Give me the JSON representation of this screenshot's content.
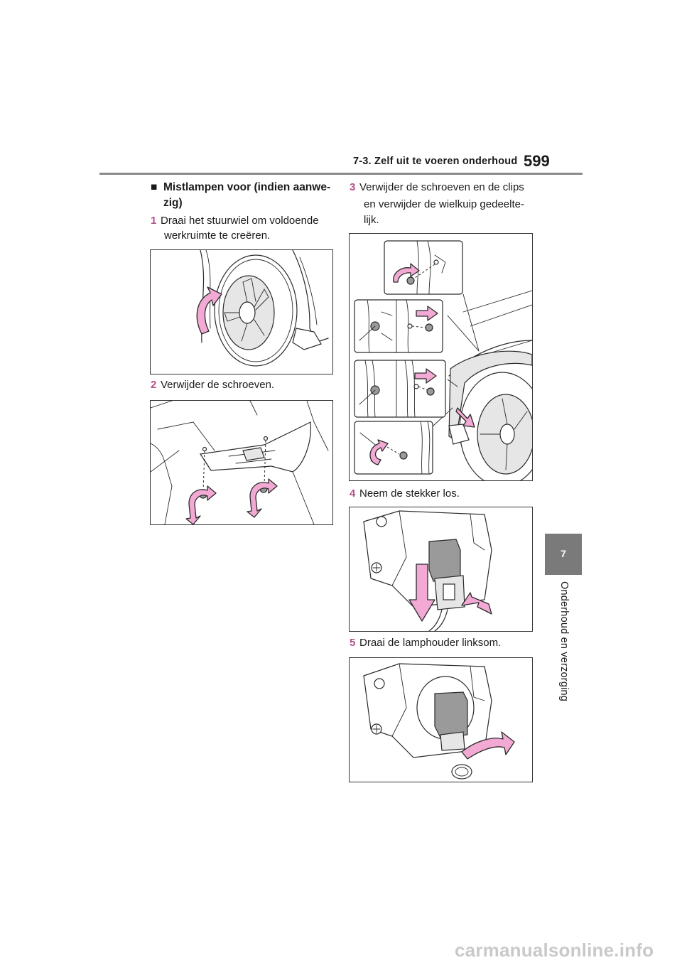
{
  "header": {
    "section_title": "7-3. Zelf uit te voeren onderhoud",
    "page_number": "599"
  },
  "side_tab": {
    "chapter_number": "7",
    "chapter_title": "Onderhoud en verzorging"
  },
  "left_column": {
    "heading_marker": "■",
    "heading_line1": "Mistlampen voor (indien aanwe-",
    "heading_line2": "zig)",
    "step1": {
      "num": "1",
      "line1": "Draai het stuurwiel om voldoende",
      "line2": "werkruimte te creëren."
    },
    "step2": {
      "num": "2",
      "line1": "Verwijder de schroeven."
    }
  },
  "right_column": {
    "step3": {
      "num": "3",
      "line1": "Verwijder de schroeven en de clips",
      "line2": "en verwijder de wielkuip gedeelte-",
      "line3": "lijk."
    },
    "step4": {
      "num": "4",
      "line1": "Neem de stekker los."
    },
    "step5": {
      "num": "5",
      "line1": "Draai de lamphouder linksom."
    }
  },
  "colors": {
    "arrow_fill": "#f2a9d4",
    "step_number": "#b45089",
    "rule": "#8a8a8a",
    "tab": "#7a7a7a"
  },
  "footer": {
    "watermark": "carmanualsonline.info"
  }
}
